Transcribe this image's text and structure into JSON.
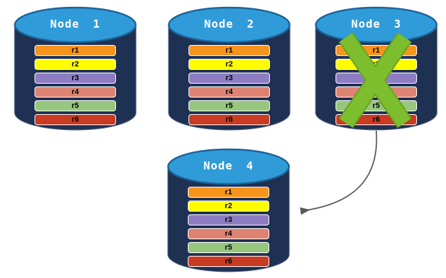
{
  "diagram": {
    "type": "database-replication-failover",
    "background": "#ffffff"
  },
  "nodes": [
    {
      "title": "Node 1",
      "failed": false
    },
    {
      "title": "Node 2",
      "failed": false
    },
    {
      "title": "Node 3",
      "failed": true
    },
    {
      "title": "Node 4",
      "failed": false
    }
  ],
  "records": [
    {
      "label": "r1",
      "color": "#f7941d"
    },
    {
      "label": "r2",
      "color": "#fefe00"
    },
    {
      "label": "r3",
      "color": "#8e7cc3"
    },
    {
      "label": "r4",
      "color": "#de8372"
    },
    {
      "label": "r5",
      "color": "#97c67f"
    },
    {
      "label": "r6",
      "color": "#ca3b23"
    }
  ],
  "colors": {
    "cylinder_body": "#1f3153",
    "cylinder_outline": "#5e6f8c",
    "cylinder_top": "#2f9cd9",
    "cylinder_top_stroke": "#1d6398",
    "failure_x": "#7cbe2d",
    "failure_x_edge": "#69a31f",
    "arrow": "#595959",
    "title_text": "#ffffff",
    "bar_text": "#000000",
    "bar_border": "#ffffff"
  },
  "arrow": {
    "from": "Node 3",
    "to": "Node 4"
  }
}
